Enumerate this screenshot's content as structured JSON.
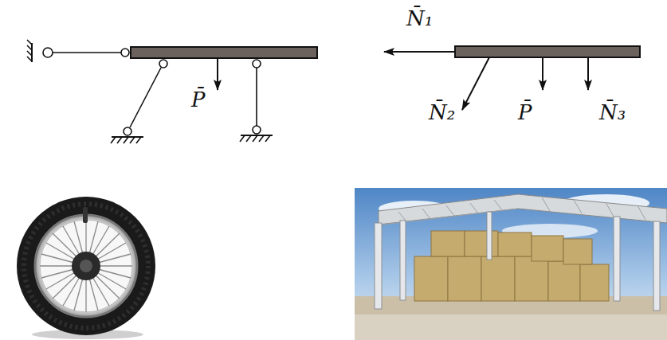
{
  "diagram": {
    "labels": [
      "P̄",
      "N̄₁",
      "N̄₂",
      "P̄",
      "N̄₃"
    ]
  }
}
